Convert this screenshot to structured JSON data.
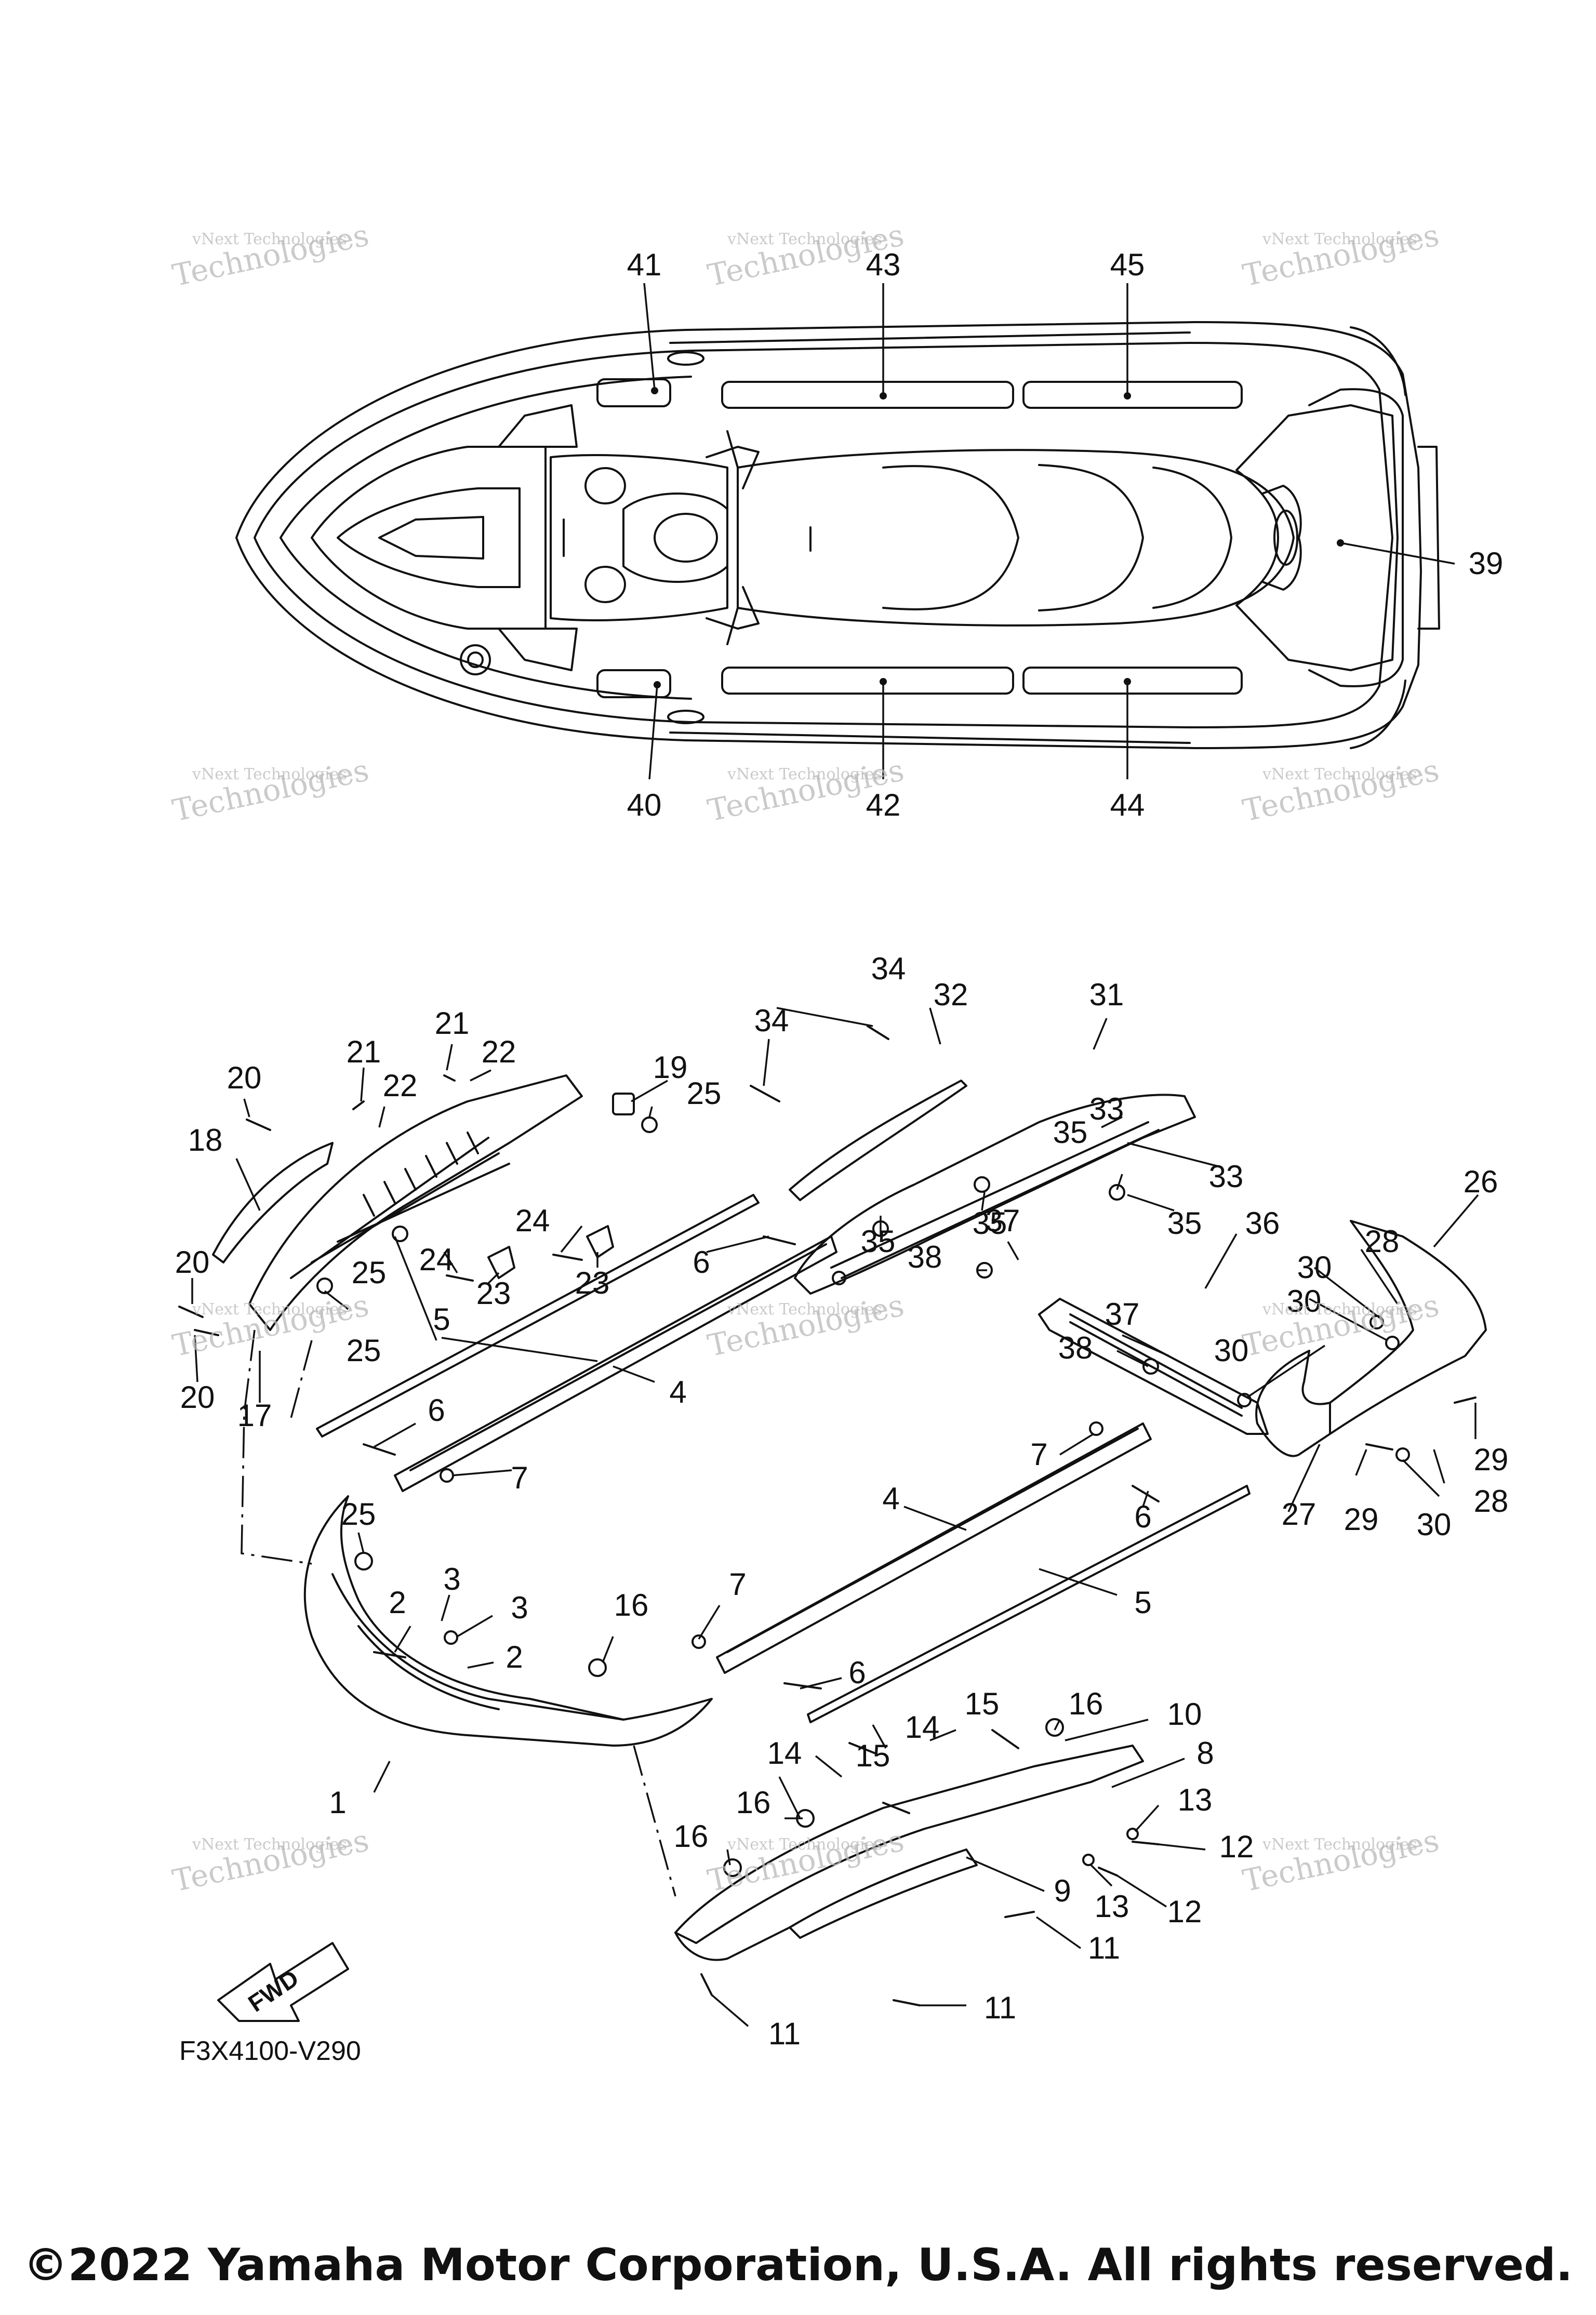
{
  "diagram": {
    "top_view_callouts": [
      "41",
      "43",
      "45",
      "39",
      "40",
      "42",
      "44"
    ],
    "exploded_callouts": {
      "c1": "1",
      "c2a": "2",
      "c2b": "2",
      "c3a": "3",
      "c3b": "3",
      "c4a": "4",
      "c4b": "4",
      "c5a": "5",
      "c5b": "5",
      "c6a": "6",
      "c6b": "6",
      "c6c": "6",
      "c6d": "6",
      "c7a": "7",
      "c7b": "7",
      "c7c": "7",
      "c8": "8",
      "c9": "9",
      "c10": "10",
      "c11a": "11",
      "c11b": "11",
      "c11c": "11",
      "c12a": "12",
      "c12b": "12",
      "c13a": "13",
      "c13b": "13",
      "c14a": "14",
      "c14b": "14",
      "c15a": "15",
      "c15b": "15",
      "c16a": "16",
      "c16b": "16",
      "c16c": "16",
      "c16d": "16",
      "c17": "17",
      "c18": "18",
      "c19": "19",
      "c20a": "20",
      "c20b": "20",
      "c20c": "20",
      "c21a": "21",
      "c21b": "21",
      "c22a": "22",
      "c22b": "22",
      "c23a": "23",
      "c23b": "23",
      "c24a": "24",
      "c24b": "24",
      "c25a": "25",
      "c25b": "25",
      "c25c": "25",
      "c25d": "25",
      "c26": "26",
      "c27": "27",
      "c28a": "28",
      "c28b": "28",
      "c29a": "29",
      "c29b": "29",
      "c30a": "30",
      "c30b": "30",
      "c30c": "30",
      "c30d": "30",
      "c31": "31",
      "c32": "32",
      "c33a": "33",
      "c33b": "33",
      "c34": "34",
      "c35a": "35",
      "c35b": "35",
      "c35c": "35",
      "c35d": "35",
      "c36": "36",
      "c37a": "37",
      "c37b": "37",
      "c38a": "38",
      "c38b": "38"
    },
    "fwd_label": "FWD",
    "figure_code": "F3X4100-V290"
  },
  "watermark": {
    "line1": "vNext",
    "line2": "Technologies",
    "small": "vNext Technologies"
  },
  "copyright": "©2022 Yamaha Motor Corporation, U.S.A. All rights reserved."
}
